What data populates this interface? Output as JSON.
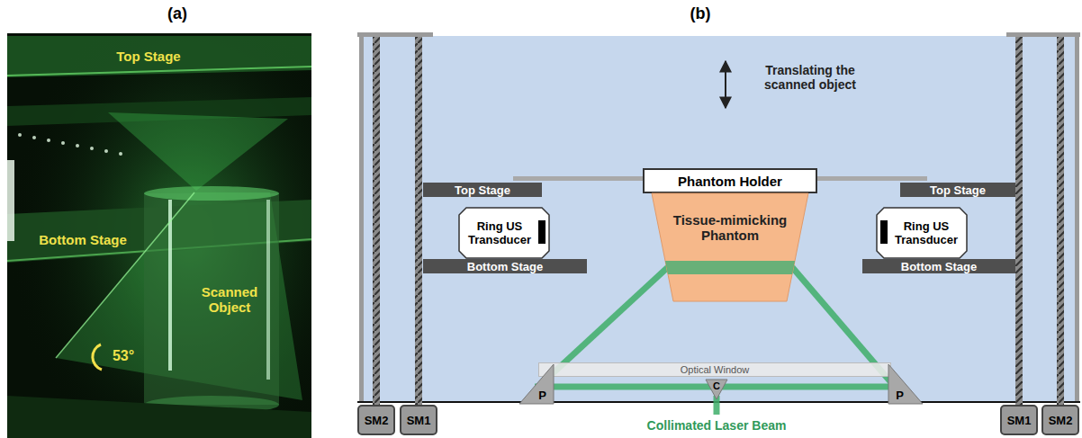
{
  "diagram": {
    "nodes": [
      {
        "text": [
          "Top Stage"
        ]
      },
      {
        "text": [
          "Phantom Holder"
        ]
      },
      {
        "text": [
          "Top Stage"
        ]
      },
      {
        "text": [
          "Tissue-mimicking Phantom"
        ]
      },
      {
        "text": [
          "Ring US Transducer"
        ]
      },
      {
        "text": [
          "Ring US Transducer"
        ]
      },
      {
        "text": [
          "Bottom Stage"
        ]
      },
      {
        "text": [
          "Bottom Stage"
        ]
      },
      {
        "text": [
          "Optical Window"
        ]
      },
      {
        "text": [
          "P"
        ]
      },
      {
        "text": [
          "C"
        ]
      },
      {
        "text": [
          "P"
        ]
      },
      {
        "text": [
          "SM2"
        ]
      },
      {
        "text": [
          "SM1"
        ]
      },
      {
        "text": [
          "SM1"
        ]
      },
      {
        "text": [
          "SM2"
        ]
      }
    ],
    "labels": [
      "(a)",
      "(b)",
      "Top Stage",
      "Bottom Stage",
      "Scanned Object",
      "53°",
      "Translating the scanned object",
      "Collimated Laser Beam"
    ]
  }
}
